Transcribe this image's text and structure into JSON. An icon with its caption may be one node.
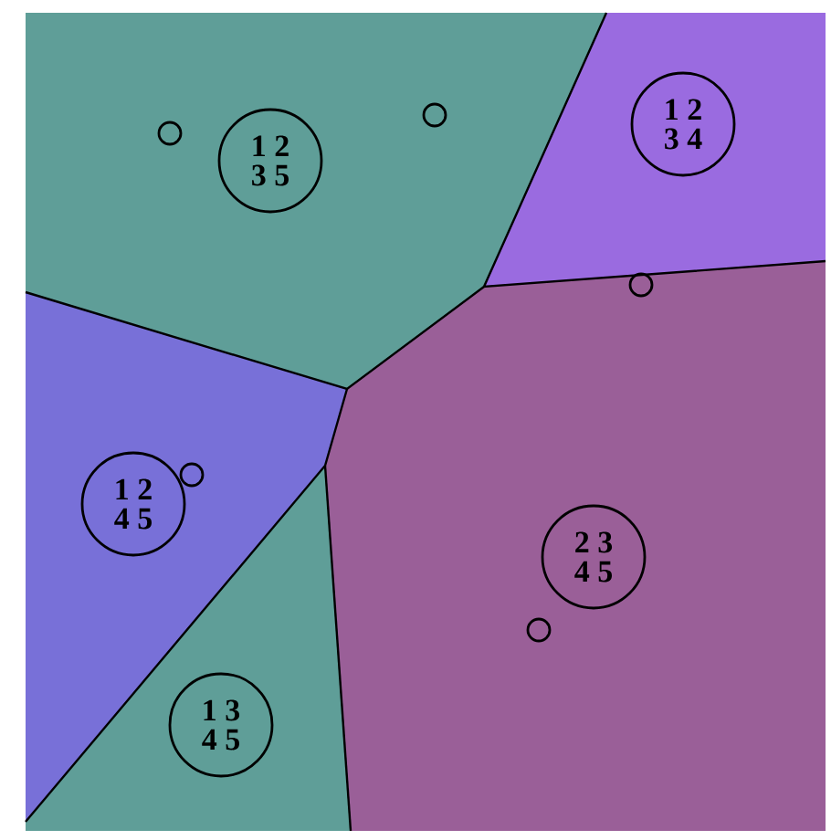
{
  "diagram": {
    "nodes": [
      {
        "text": [
          "1 2",
          "3 5"
        ]
      },
      {
        "text": [
          "1 2",
          "3 4"
        ]
      },
      {
        "text": [
          "1 2",
          "4 5"
        ]
      },
      {
        "text": [
          "2 3",
          "4 5"
        ]
      },
      {
        "text": [
          "1 3",
          "4 5"
        ]
      },
      {
        "text": [],
        "shape": "circle"
      },
      {
        "text": [],
        "shape": "circle"
      },
      {
        "text": [],
        "shape": "circle"
      },
      {
        "text": [],
        "shape": "circle"
      },
      {
        "text": [],
        "shape": "circle"
      }
    ]
  }
}
